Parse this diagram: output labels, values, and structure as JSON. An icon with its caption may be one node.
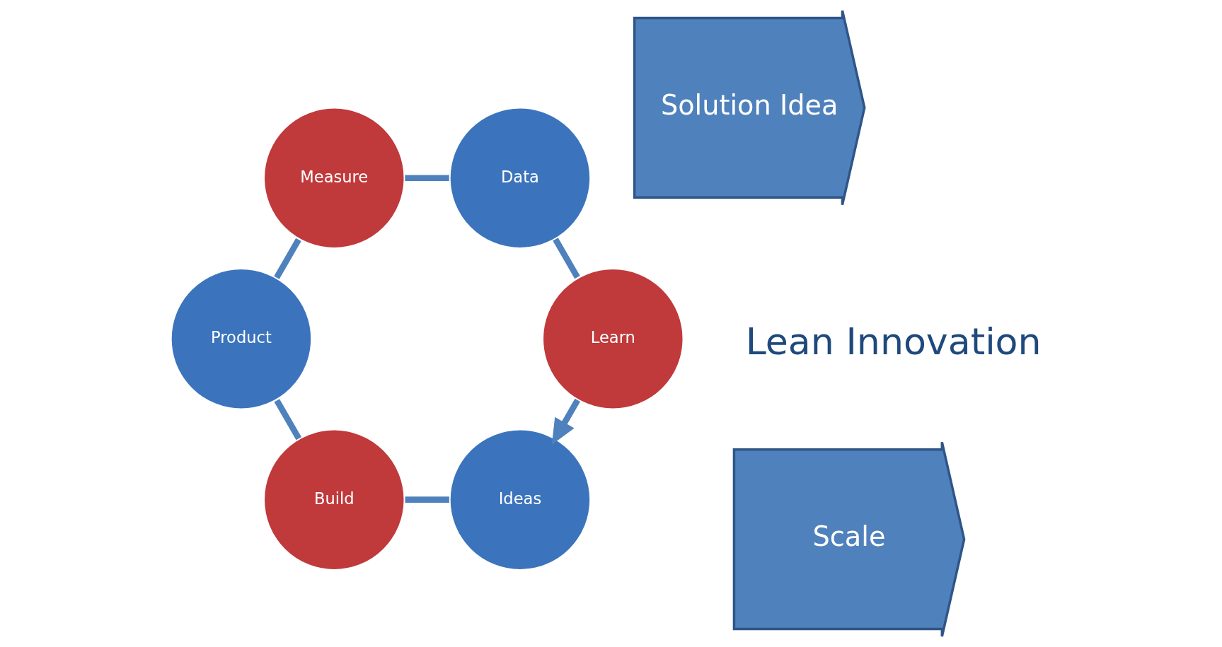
{
  "diagram": {
    "nodes": [
      {
        "text": [
          "Solution Idea"
        ]
      },
      {
        "text": [
          "Ideas"
        ]
      },
      {
        "text": [
          "Build"
        ]
      },
      {
        "text": [
          "Product"
        ]
      },
      {
        "text": [
          "Measure"
        ]
      },
      {
        "text": [
          "Data"
        ]
      },
      {
        "text": [
          "Learn"
        ]
      },
      {
        "text": [
          "Scale"
        ]
      }
    ],
    "edges": [
      {
        "from": 1,
        "to": 2,
        "arrow": "none"
      },
      {
        "from": 2,
        "to": 3,
        "arrow": "none"
      },
      {
        "from": 3,
        "to": 4,
        "arrow": "none"
      },
      {
        "from": 4,
        "to": 5,
        "arrow": "none"
      },
      {
        "from": 5,
        "to": 6,
        "arrow": "none"
      },
      {
        "from": 6,
        "to": 1,
        "arrow": "to"
      }
    ],
    "labels": [
      "Lean Innovation"
    ]
  }
}
